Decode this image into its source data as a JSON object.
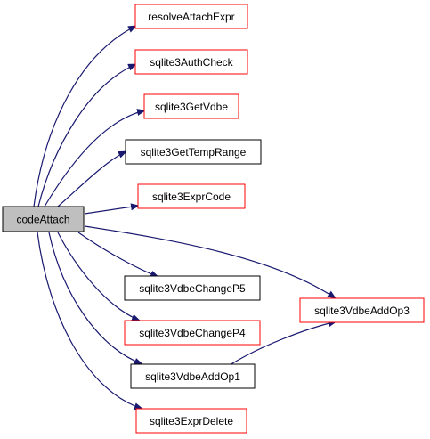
{
  "colors": {
    "edge": "#191970",
    "border_red": "#ff0000",
    "border_black": "#000000",
    "root_fill": "#bfbfbf",
    "node_fill": "#ffffff"
  },
  "graph": {
    "root": {
      "label": "codeAttach"
    },
    "nodes": [
      {
        "id": "resolveAttachExpr",
        "label": "resolveAttachExpr",
        "border": "red"
      },
      {
        "id": "sqlite3AuthCheck",
        "label": "sqlite3AuthCheck",
        "border": "red"
      },
      {
        "id": "sqlite3GetVdbe",
        "label": "sqlite3GetVdbe",
        "border": "red"
      },
      {
        "id": "sqlite3GetTempRange",
        "label": "sqlite3GetTempRange",
        "border": "black"
      },
      {
        "id": "sqlite3ExprCode",
        "label": "sqlite3ExprCode",
        "border": "red"
      },
      {
        "id": "sqlite3VdbeChangeP5",
        "label": "sqlite3VdbeChangeP5",
        "border": "black"
      },
      {
        "id": "sqlite3VdbeChangeP4",
        "label": "sqlite3VdbeChangeP4",
        "border": "red"
      },
      {
        "id": "sqlite3VdbeAddOp1",
        "label": "sqlite3VdbeAddOp1",
        "border": "black"
      },
      {
        "id": "sqlite3ExprDelete",
        "label": "sqlite3ExprDelete",
        "border": "red"
      },
      {
        "id": "sqlite3VdbeAddOp3",
        "label": "sqlite3VdbeAddOp3",
        "border": "red"
      }
    ],
    "edges": [
      {
        "from": "codeAttach",
        "to": "resolveAttachExpr"
      },
      {
        "from": "codeAttach",
        "to": "sqlite3AuthCheck"
      },
      {
        "from": "codeAttach",
        "to": "sqlite3GetVdbe"
      },
      {
        "from": "codeAttach",
        "to": "sqlite3GetTempRange"
      },
      {
        "from": "codeAttach",
        "to": "sqlite3ExprCode"
      },
      {
        "from": "codeAttach",
        "to": "sqlite3VdbeAddOp3"
      },
      {
        "from": "codeAttach",
        "to": "sqlite3VdbeChangeP5"
      },
      {
        "from": "codeAttach",
        "to": "sqlite3VdbeChangeP4"
      },
      {
        "from": "codeAttach",
        "to": "sqlite3VdbeAddOp1"
      },
      {
        "from": "codeAttach",
        "to": "sqlite3ExprDelete"
      },
      {
        "from": "sqlite3VdbeAddOp1",
        "to": "sqlite3VdbeAddOp3"
      }
    ]
  }
}
